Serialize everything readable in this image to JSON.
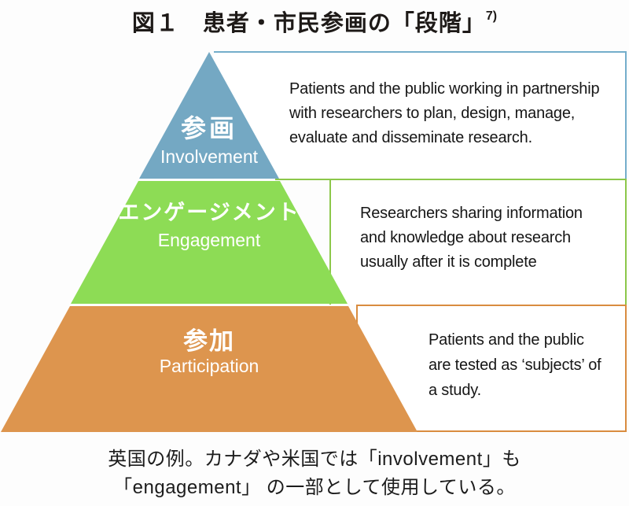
{
  "figure": {
    "title": "図１　患者・市民参画の「段階」",
    "title_superscript": "7)"
  },
  "pyramid": {
    "tiers": [
      {
        "label_ja": "参画",
        "label_en": "Involvement",
        "color": "#74a8c3",
        "border_color": "#74aecb",
        "description": "Patients and the public working in partnership\nwith researchers to plan, design, manage,\nevaluate and disseminate research."
      },
      {
        "label_ja": "エンゲージメント",
        "label_en": "Engagement",
        "color": "#8ddc55",
        "border_color": "#8cc74a",
        "description": "Researchers sharing information\nand knowledge about research\nusually after it is complete"
      },
      {
        "label_ja": "参加",
        "label_en": "Participation",
        "color": "#dd954e",
        "border_color": "#d98c3f",
        "description": "Patients and the public\nare tested as ‘subjects’ of\na study."
      }
    ]
  },
  "caption": "英国の例。カナダや米国では「involvement」も\n「engagement」 の一部として使用している。"
}
